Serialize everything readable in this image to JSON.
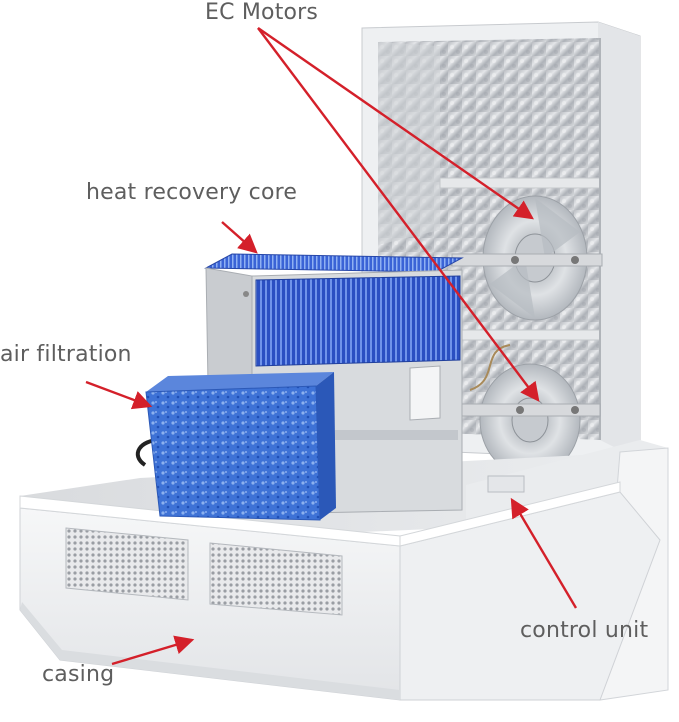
{
  "labels": {
    "ec_motors": "EC Motors",
    "heat_recovery_core": "heat recovery core",
    "air_filtration": "air filtration",
    "control_unit": "control unit",
    "casing": "casing"
  },
  "colors": {
    "label_text": "#5e5e5e",
    "arrow": "#d4202a",
    "core_blue": "#2c55c9",
    "filter_blue": "#3d6fd0",
    "casing_white": "#f2f3f4",
    "foil_silver": "#c9ccd0"
  }
}
